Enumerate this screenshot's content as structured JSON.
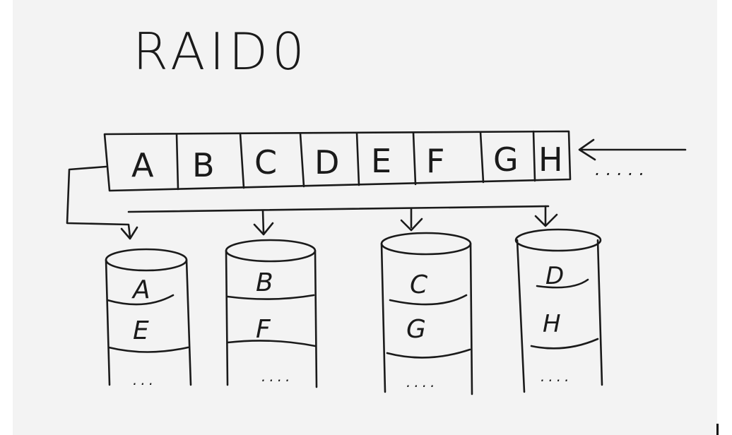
{
  "title": "RAID0",
  "stripe": {
    "blocks": [
      "A",
      "B",
      "C",
      "D",
      "E",
      "F",
      "G",
      "H"
    ],
    "continuation": "....."
  },
  "disks": [
    {
      "blocks": [
        "A",
        "E"
      ],
      "more": "..."
    },
    {
      "blocks": [
        "B",
        "F"
      ],
      "more": "...."
    },
    {
      "blocks": [
        "C",
        "G"
      ],
      "more": "...."
    },
    {
      "blocks": [
        "D",
        "H"
      ],
      "more": "...."
    }
  ]
}
